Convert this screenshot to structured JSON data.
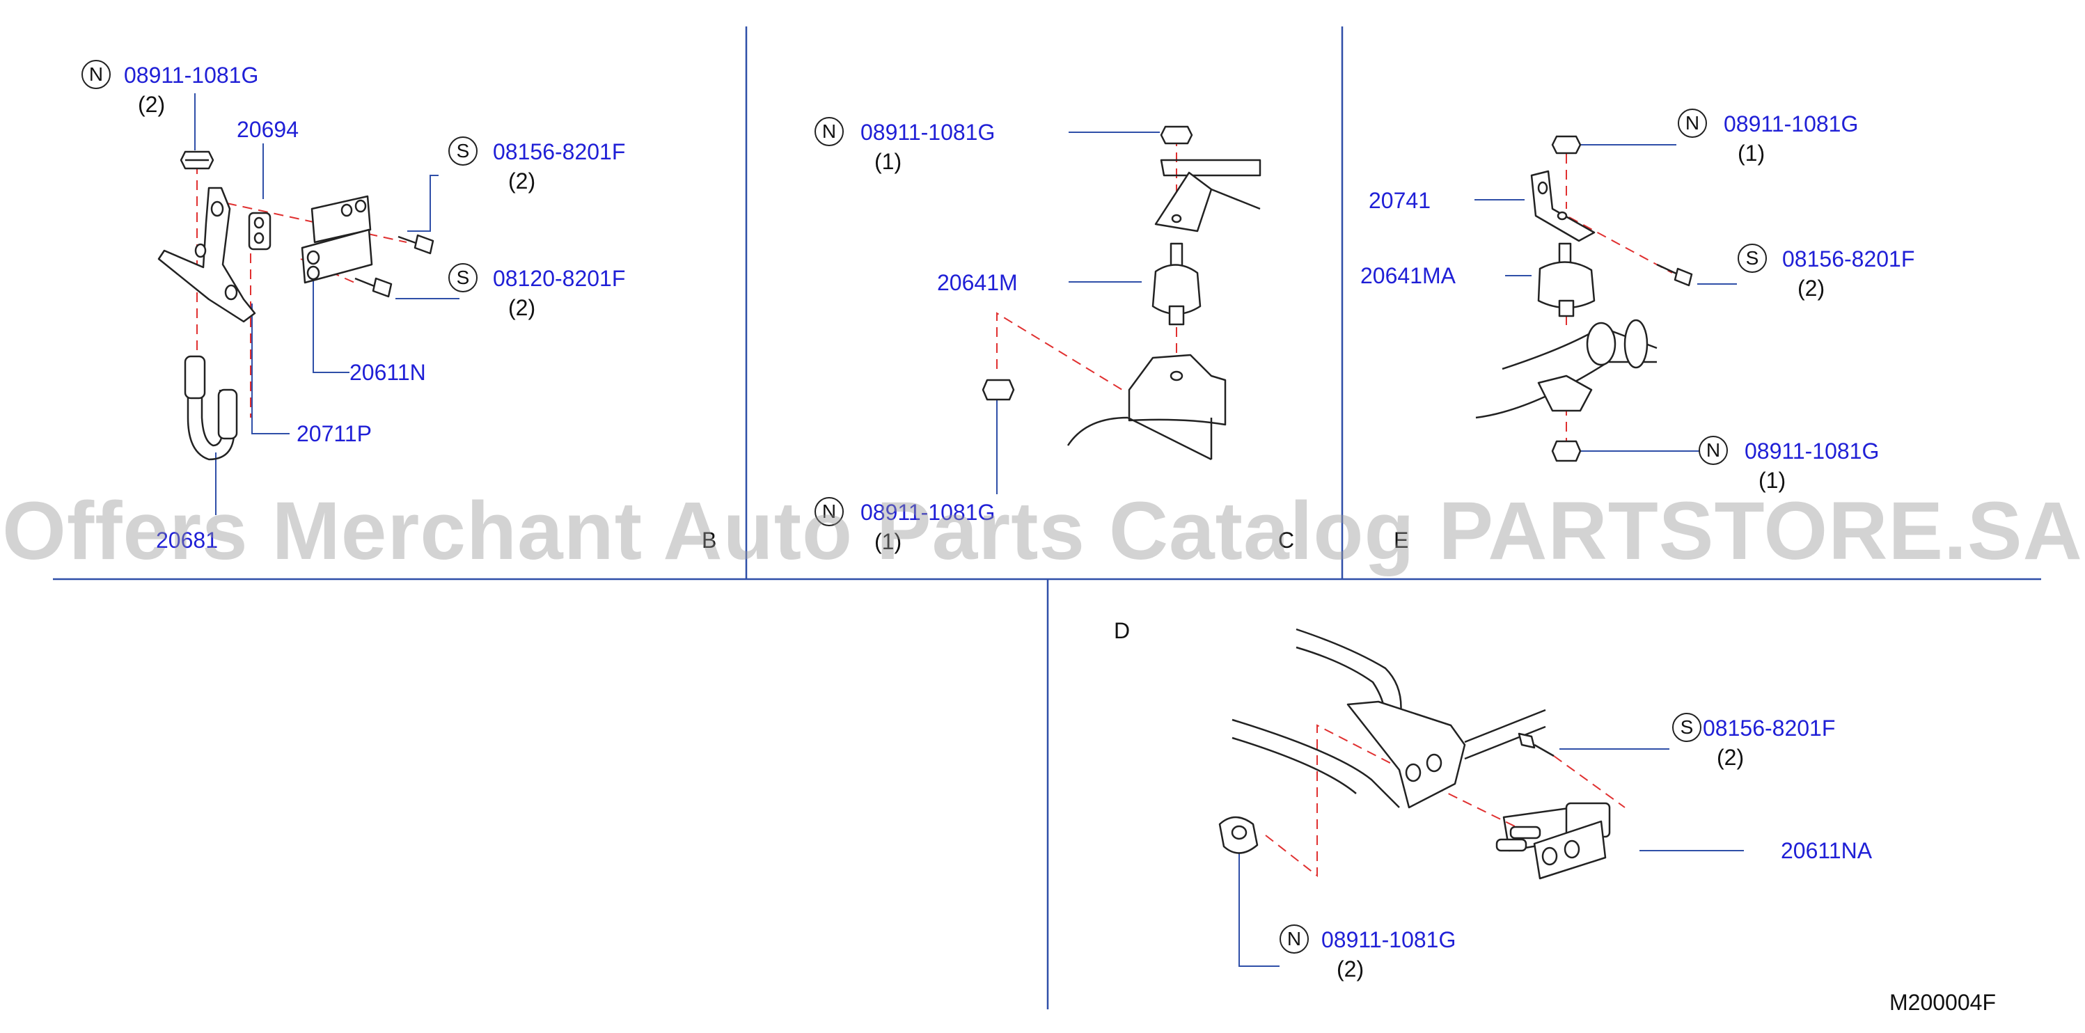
{
  "panels": {
    "a": {
      "callouts": [
        {
          "badge": "N",
          "part": "08911-1081G",
          "qty": "(2)"
        },
        {
          "part": "20694"
        },
        {
          "badge": "S",
          "part": "08156-8201F",
          "qty": "(2)"
        },
        {
          "badge": "S",
          "part": "08120-8201F",
          "qty": "(2)"
        },
        {
          "part": "20611N"
        },
        {
          "part": "20711P"
        },
        {
          "part": "20681"
        }
      ]
    },
    "b": {
      "section_label": "B",
      "callouts": [
        {
          "badge": "N",
          "part": "08911-1081G",
          "qty": "(1)"
        },
        {
          "part": "20641M"
        },
        {
          "badge": "N",
          "part": "08911-1081G",
          "qty": "(1)"
        }
      ]
    },
    "c": {
      "section_label": "C",
      "callouts": [
        {
          "badge": "N",
          "part": "08911-1081G",
          "qty": "(1)"
        },
        {
          "part": "20741"
        },
        {
          "part": "20641MA"
        },
        {
          "badge": "S",
          "part": "08156-8201F",
          "qty": "(2)"
        },
        {
          "badge": "N",
          "part": "08911-1081G",
          "qty": "(1)"
        }
      ]
    },
    "e": {
      "section_label": "E"
    },
    "d": {
      "section_label": "D",
      "callouts": [
        {
          "badge": "S",
          "part": "08156-8201F",
          "qty": "(2)"
        },
        {
          "part": "20611NA"
        },
        {
          "badge": "N",
          "part": "08911-1081G",
          "qty": "(2)"
        }
      ]
    }
  },
  "diagram_code": "M200004F",
  "watermark": "Offers Merchant Auto Parts Catalog PARTSTORE.SA",
  "colors": {
    "part_number": "#1f1fd6",
    "dash": "#e03030",
    "line": "#2f4fa8"
  }
}
